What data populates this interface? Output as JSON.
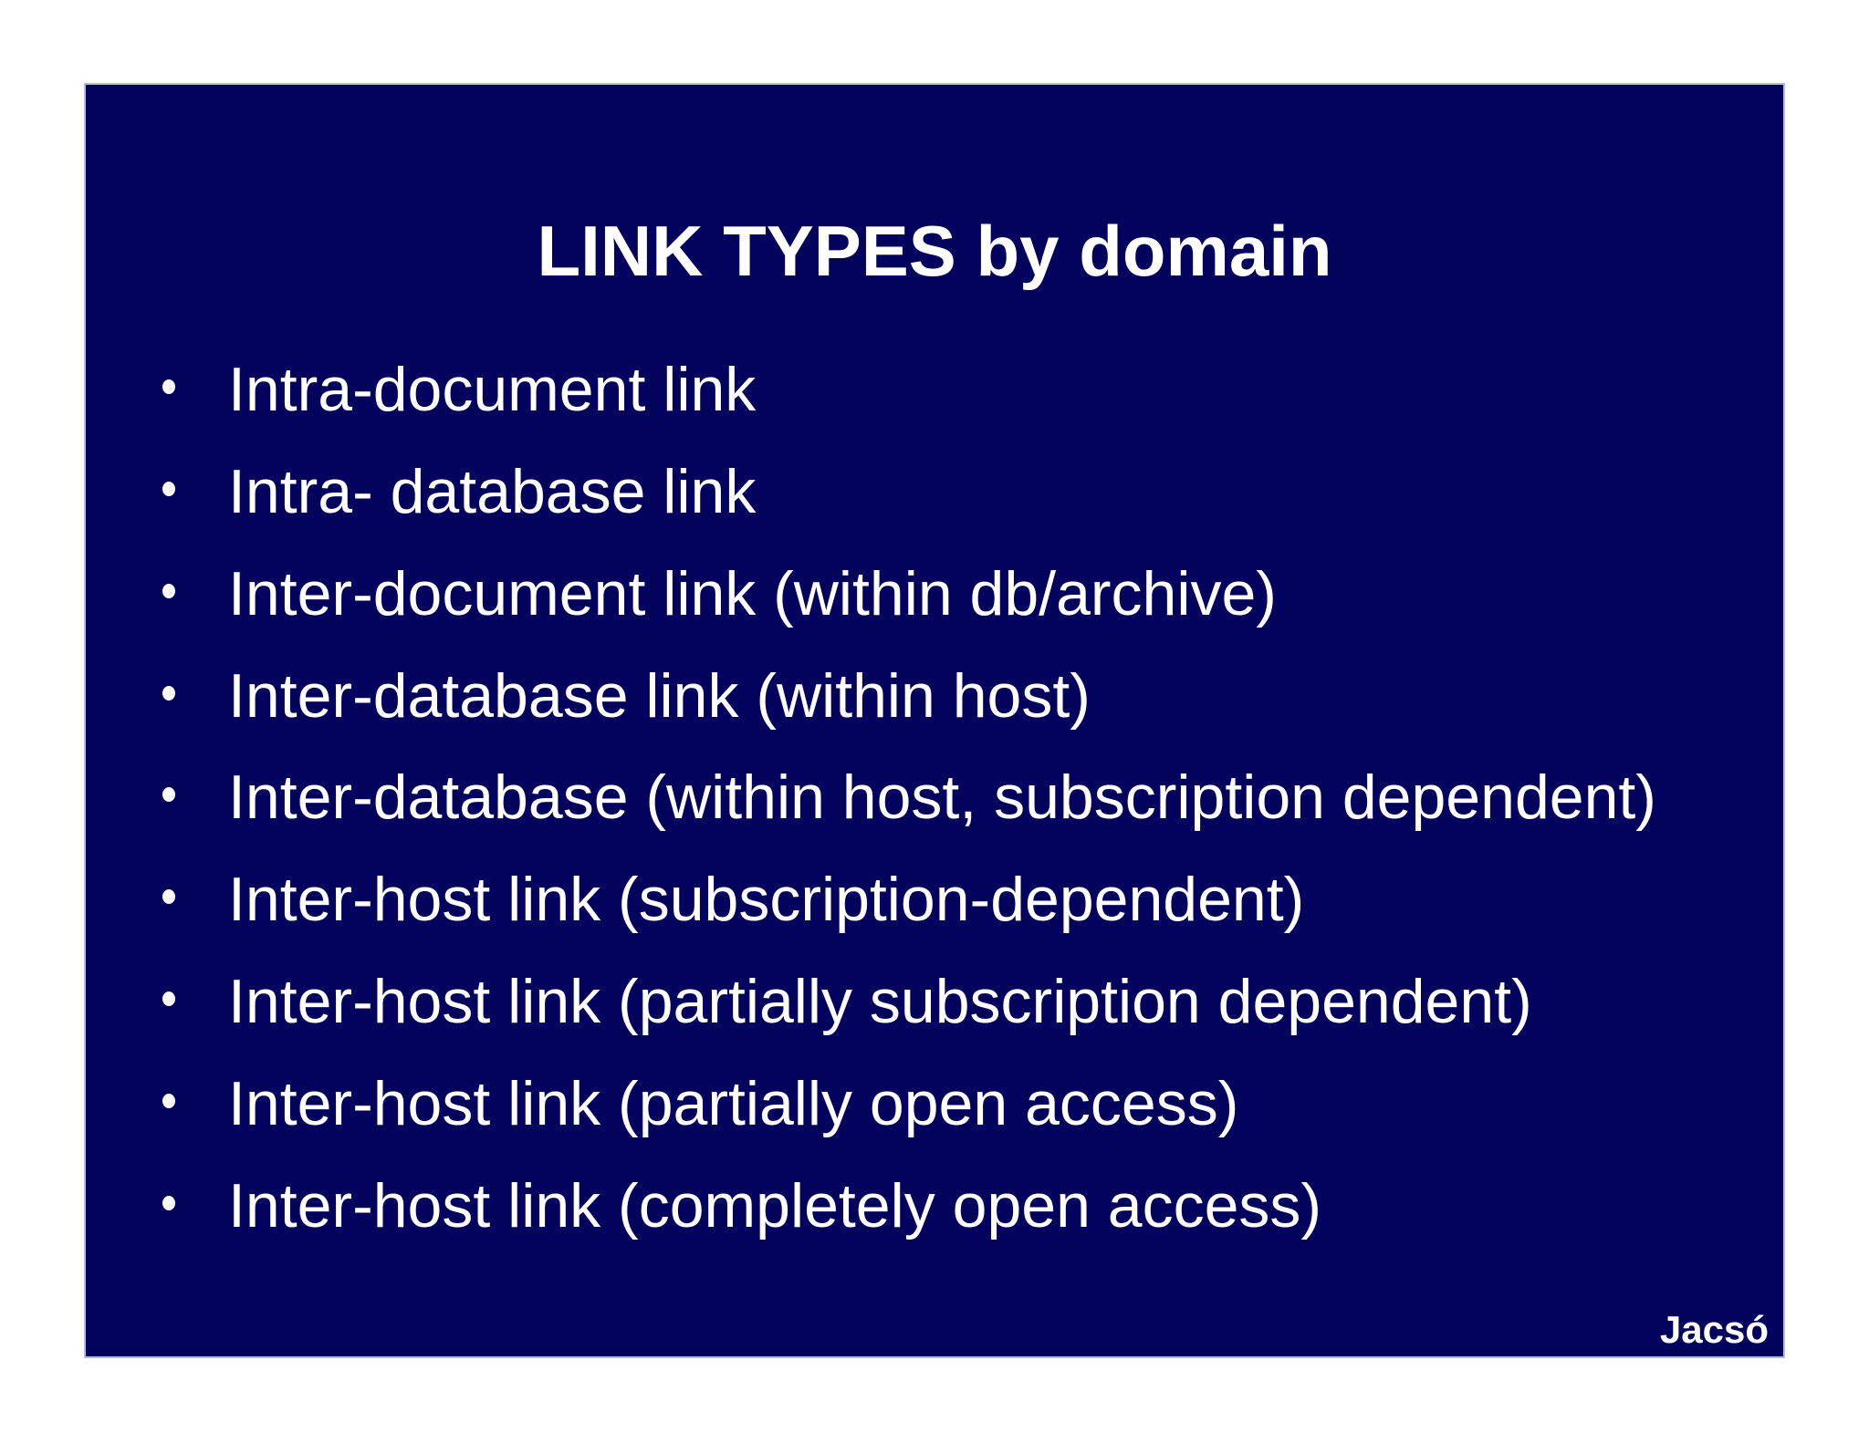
{
  "slide": {
    "title": "LINK TYPES by domain",
    "bullets": [
      "Intra-document link",
      "Intra- database link",
      "Inter-document link (within db/archive)",
      "Inter-database link (within host)",
      "Inter-database (within host, subscription dependent)",
      "Inter-host link (subscription-dependent)",
      "Inter-host link (partially subscription dependent)",
      "Inter-host link (partially open access)",
      "Inter-host link (completely open access)"
    ],
    "footer": "Jacsó",
    "colors": {
      "background": "#03035E",
      "page": "#FFFFFF",
      "text": "#FFFFFF",
      "border": "#B4B9DA"
    }
  }
}
